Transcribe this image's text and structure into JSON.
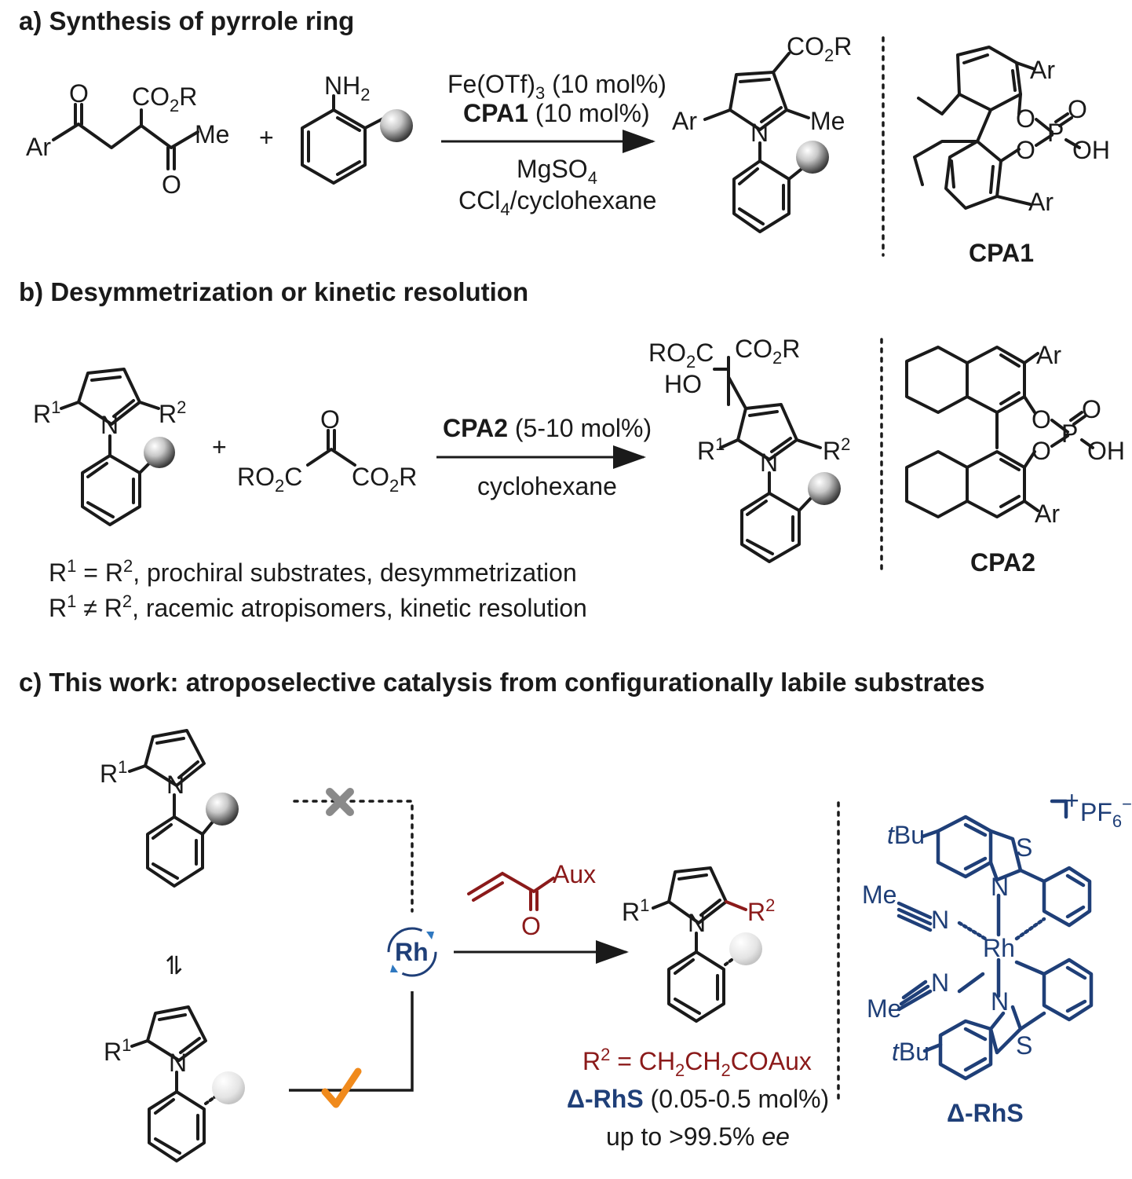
{
  "colors": {
    "text": "#1a1a1a",
    "accent_red": "#8b1a1a",
    "accent_blue": "#1f3f78",
    "check": "#f08a1c",
    "cross": "#8a8a8a"
  },
  "icons": [
    "sphere-substituent",
    "cross-mark-icon",
    "check-mark-icon",
    "rh-catalyst-cycle-icon"
  ],
  "section_a": {
    "heading": "a) Synthesis of pyrrole ring",
    "reagent1": {
      "line1": "Fe(OTf)",
      "sub1": "3",
      "line1b": " (10 mol%)",
      "line2_bold": "CPA1",
      "line2": " (10 mol%)"
    },
    "reagent2": {
      "line1": "MgSO",
      "sub1": "4",
      "line2a": "CCl",
      "sub2": "4",
      "line2b": "/cyclohexane"
    },
    "labels": {
      "co2r": "CO",
      "co2r_sub": "2",
      "co2r_end": "R",
      "ar": "Ar",
      "me": "Me",
      "o": "O",
      "nh2": "NH",
      "nh2_sub": "2",
      "n": "N",
      "plus": "+"
    },
    "catalyst": {
      "name": "CPA1",
      "ar": "Ar",
      "o": "O",
      "p": "P",
      "oh": "OH"
    }
  },
  "section_b": {
    "heading": "b) Desymmetrization or kinetic resolution",
    "reagent1_bold": "CPA2",
    "reagent1": " (5-10 mol%)",
    "reagent2": "cyclohexane",
    "note1": {
      "r1": "R",
      "s1": "1",
      "eq": " = R",
      "s2": "2",
      "rest": ", prochiral substrates, desymmetrization"
    },
    "note2": {
      "r1": "R",
      "s1": "1",
      "eq": " ≠ R",
      "s2": "2",
      "rest": ", racemic atropisomers, kinetic resolution"
    },
    "labels": {
      "ro2c": "RO",
      "ro2c_sub": "2",
      "ro2c_end": "C",
      "co2r": "CO",
      "co2r_sub": "2",
      "co2r_end": "R",
      "ho": "HO",
      "r": "R",
      "sup1": "1",
      "sup2": "2",
      "n": "N",
      "o": "O",
      "plus": "+"
    },
    "catalyst": {
      "name": "CPA2",
      "ar": "Ar",
      "o": "O",
      "p": "P",
      "oh": "OH"
    }
  },
  "section_c": {
    "heading": "c) This work: atroposelective catalysis from configurationally labile substrates",
    "reagent_aux": "Aux",
    "reagent_o": "O",
    "rh": "Rh",
    "product_r2": {
      "r": "R",
      "sup": "2",
      "eq": " = CH",
      "s1": "2",
      "mid": "CH",
      "s2": "2",
      "end": "COAux"
    },
    "catalyst_loading": {
      "delta": "Δ-",
      "name": "RhS",
      "rest": " (0.05-0.5 mol%)"
    },
    "ee": {
      "pre": "up to >99.5% ",
      "ee": "ee"
    },
    "labels": {
      "r": "R",
      "sup1": "1",
      "sup2": "2",
      "n": "N",
      "equilibrium": "⇌"
    },
    "catalyst": {
      "name_delta": "Δ-",
      "name": "RhS",
      "tbu_t": "t",
      "tbu": "Bu",
      "me": "Me",
      "n": "N",
      "s": "S",
      "rh": "Rh",
      "charge": "+",
      "pf6": "PF",
      "pf6_sub": "6",
      "pf6_sup": "−"
    }
  }
}
